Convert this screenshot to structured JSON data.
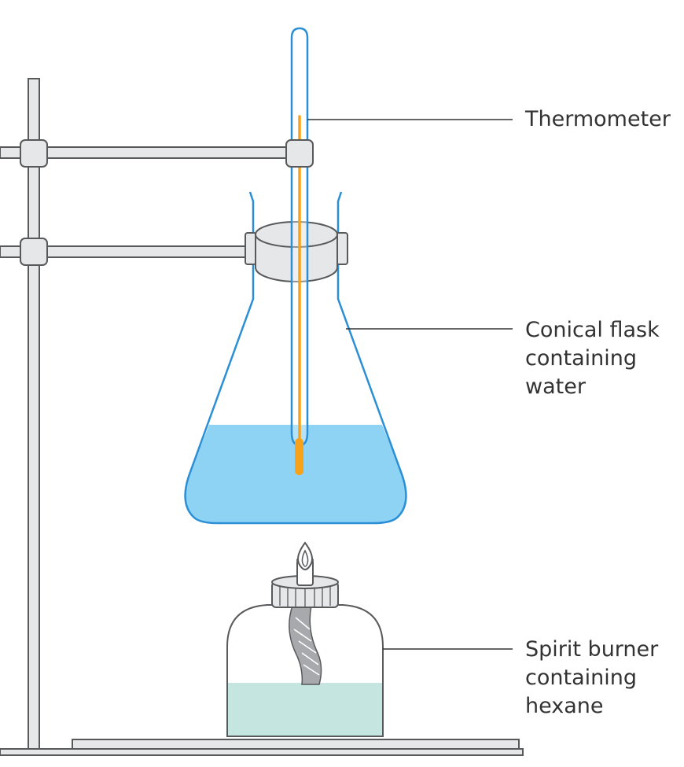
{
  "labels": {
    "thermometer": [
      "Thermometer"
    ],
    "flask": [
      "Conical flask",
      "containing",
      "water"
    ],
    "burner": [
      "Spirit burner",
      "containing",
      "hexane"
    ]
  },
  "colors": {
    "outline": "#58595b",
    "stand_fill": "#e6e7e8",
    "glass_blue": "#2b8fd6",
    "water": "#8fd3f4",
    "mercury": "#f7a21a",
    "hexane": "#c4e5e0",
    "wick": "#a7a9ac",
    "text": "#333333"
  }
}
